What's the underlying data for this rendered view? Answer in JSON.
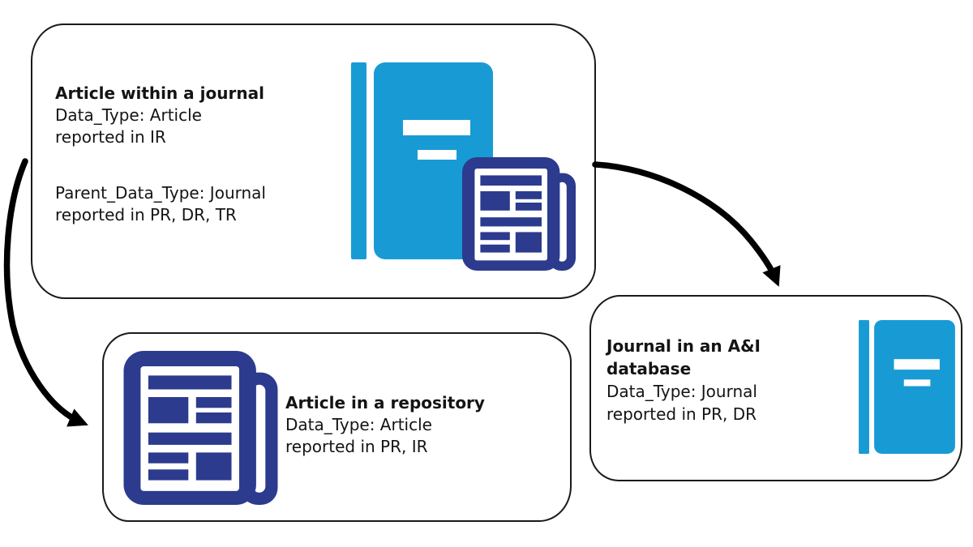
{
  "colors": {
    "journal_blue": "#189BD5",
    "newspaper_navy": "#2C3B8E",
    "outline_black": "#1A1A1A",
    "text_black": "#141414",
    "arrow_black": "#000000"
  },
  "nodes": {
    "article_within_journal": {
      "title": "Article within a journal",
      "body_line1": "Data_Type: Article",
      "body_line2": "reported in IR",
      "body2_line1": "Parent_Data_Type: Journal",
      "body2_line2": "reported in PR, DR, TR",
      "icons": [
        "journal-icon",
        "newspaper-icon"
      ]
    },
    "article_in_repository": {
      "title": "Article in a repository",
      "body_line1": "Data_Type: Article",
      "body_line2": "reported in PR, IR",
      "icons": [
        "newspaper-icon"
      ]
    },
    "journal_in_ai_database": {
      "title": "Journal in an A&I database",
      "body_line1": "Data_Type: Journal",
      "body_line2": "reported in PR, DR",
      "icons": [
        "journal-icon"
      ]
    }
  },
  "edges": [
    {
      "from": "article_within_journal",
      "to": "article_in_repository",
      "style": "thick curved black arrow"
    },
    {
      "from": "article_within_journal",
      "to": "journal_in_ai_database",
      "style": "thick curved black arrow"
    }
  ]
}
